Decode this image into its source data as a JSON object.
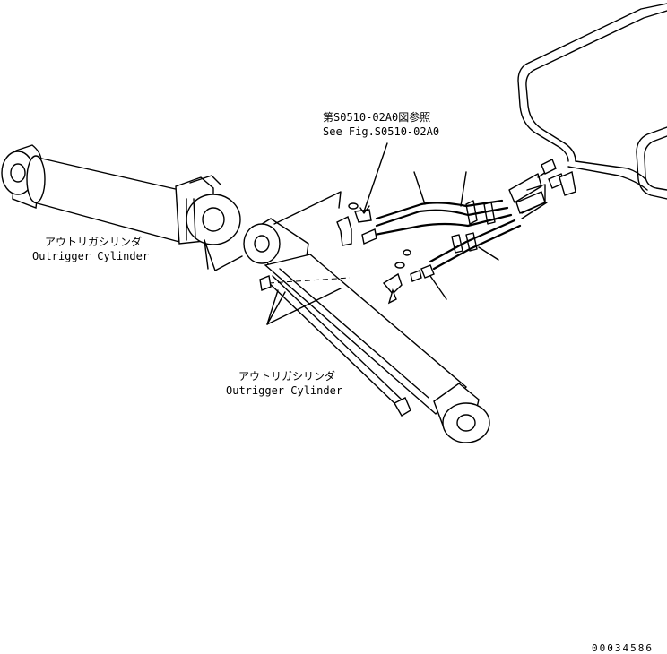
{
  "callouts": {
    "reference_jp": "第S0510-02A0図参照",
    "reference_en": "See Fig.S0510-02A0",
    "cylinder_left_jp": "アウトリガシリンダ",
    "cylinder_left_en": "Outrigger Cylinder",
    "cylinder_right_jp": "アウトリガシリンダ",
    "cylinder_right_en": "Outrigger Cylinder"
  },
  "drawing_number": "00034586"
}
